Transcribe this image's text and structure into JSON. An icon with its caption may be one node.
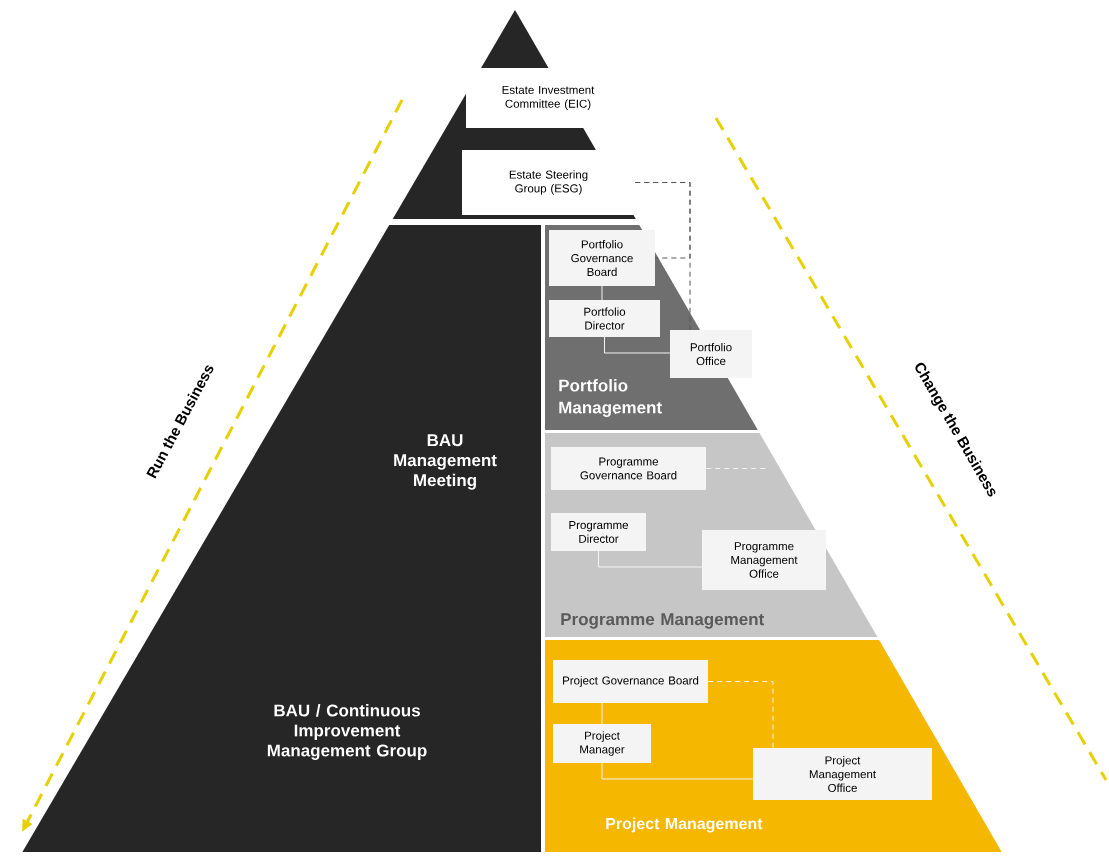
{
  "diagram": {
    "nodes": [
      {
        "text": [
          "Estate Investment Committee (EIC)"
        ]
      },
      {
        "text": [
          "Estate Steering Group (ESG)"
        ]
      },
      {
        "text": [
          "BAU Management Meeting",
          "BAU / Continuous Improvement Management Group"
        ]
      },
      {
        "text": [
          "Portfolio Management"
        ]
      },
      {
        "text": [
          "Portfolio Governance Board"
        ],
        "in": 3
      },
      {
        "text": [
          "Portfolio Director"
        ],
        "in": 3
      },
      {
        "text": [
          "Portfolio Office"
        ],
        "in": 3
      },
      {
        "text": [
          "Programme Management"
        ]
      },
      {
        "text": [
          "Programme Governance Board"
        ],
        "in": 7
      },
      {
        "text": [
          "Programme Director"
        ],
        "in": 7
      },
      {
        "text": [
          "Programme Management Office"
        ],
        "in": 7
      },
      {
        "text": [
          "Project Management"
        ]
      },
      {
        "text": [
          "Project Governance Board"
        ],
        "in": 11
      },
      {
        "text": [
          "Project Manager"
        ],
        "in": 11
      },
      {
        "text": [
          "Project Management Office"
        ],
        "in": 11
      }
    ],
    "edges": [
      {
        "from": 1,
        "to": 4,
        "arrow": "none",
        "style": "dashed",
        "color": "#555555"
      },
      {
        "from": 1,
        "to": 6,
        "arrow": "none",
        "style": "dashed",
        "color": "#555555"
      },
      {
        "from": 4,
        "to": 5,
        "arrow": "none"
      },
      {
        "from": 5,
        "to": 6,
        "arrow": "none"
      },
      {
        "from": 8,
        "to": null,
        "arrow": "none",
        "style": "dashed"
      },
      {
        "from": 9,
        "to": 10,
        "arrow": "none"
      },
      {
        "from": 12,
        "to": 13,
        "arrow": "none"
      },
      {
        "from": 12,
        "to": 14,
        "arrow": "none",
        "style": "dashed"
      },
      {
        "from": 13,
        "to": 14,
        "arrow": "none"
      }
    ],
    "labels": [
      "Run the Business",
      "Change the Business"
    ]
  }
}
